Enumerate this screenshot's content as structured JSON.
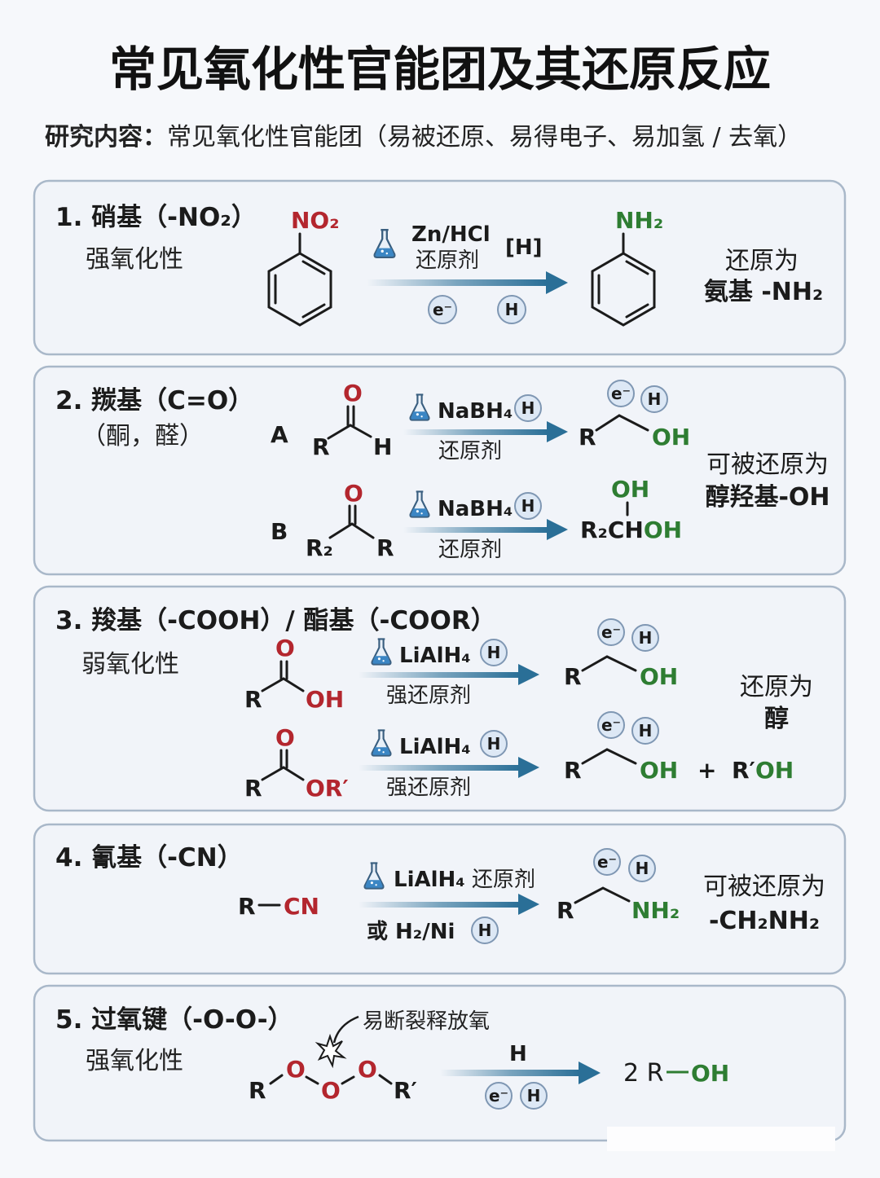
{
  "title": "常见氧化性官能团及其还原反应",
  "subtitle": {
    "label": "研究内容：",
    "text": "常见氧化性官能团（易被还原、易得电子、易加氢 / 去氧）"
  },
  "colors": {
    "oxidant": "#b3262e",
    "product": "#2e7d32",
    "arrow": "#2a6f97",
    "card_bg": "#f1f4f9"
  },
  "sections": [
    {
      "title": "1. 硝基（-NO₂）",
      "property": "强氧化性",
      "reactant_group": "NO₂",
      "reagent": "Zn/HCl",
      "reagent_note": "还原剂",
      "hydrogen": "[H]",
      "badges": [
        "e⁻",
        "H"
      ],
      "product_group": "NH₂",
      "result_line1": "还原为",
      "result_line2": "氨基 -NH₂"
    },
    {
      "title": "2. 羰基（C=O）",
      "property": "（酮，醛）",
      "rxA": {
        "label": "A",
        "O": "O",
        "R": "R",
        "H": "H",
        "reagent": "NaBH₄",
        "badge": "H",
        "note": "还原剂",
        "badges": [
          "e⁻",
          "H"
        ],
        "prod_R": "R",
        "prod_OH": "OH"
      },
      "rxB": {
        "label": "B",
        "O": "O",
        "R2": "R₂",
        "R": "R",
        "reagent": "NaBH₄",
        "badge": "H",
        "note": "还原剂",
        "prod_OH_top": "OH",
        "prod_main": "R₂CH",
        "prod_OH": "OH"
      },
      "result_line1": "可被还原为",
      "result_line2": "醇羟基-OH"
    },
    {
      "title": "3. 羧基（-COOH）/ 酯基（-COOR）",
      "property": "弱氧化性",
      "rxA": {
        "O": "O",
        "R": "R",
        "OH": "OH",
        "reagent": "LiAlH₄",
        "badge": "H",
        "note": "强还原剂",
        "badges": [
          "e⁻",
          "H"
        ],
        "prod_R": "R",
        "prod_OH": "OH"
      },
      "rxB": {
        "O": "O",
        "R": "R",
        "OR": "OR′",
        "reagent": "LiAlH₄",
        "badge": "H",
        "note": "强还原剂",
        "badges": [
          "e⁻",
          "H"
        ],
        "prod_R": "R",
        "prod_OH": "OH",
        "plus": "+",
        "side_R": "R′",
        "side_OH": "OH"
      },
      "result_line1": "还原为",
      "result_line2": "醇"
    },
    {
      "title": "4. 氰基（-CN）",
      "R": "R",
      "CN": "CN",
      "reagent": "LiAlH₄",
      "reagent_note": "还原剂",
      "alt": "或 H₂/Ni",
      "alt_badge": "H",
      "badges": [
        "e⁻",
        "H"
      ],
      "prod_R": "R",
      "prod_NH2": "NH₂",
      "result_line1": "可被还原为",
      "result_line2": "-CH₂NH₂"
    },
    {
      "title": "5. 过氧键（-O-O-）",
      "property": "强氧化性",
      "R": "R",
      "O": "O",
      "R2": "R′",
      "callout": "易断裂释放氧",
      "hydrogen": "H",
      "badges": [
        "e⁻",
        "H"
      ],
      "prod_prefix": "2 R",
      "prod_OH": "OH"
    }
  ]
}
